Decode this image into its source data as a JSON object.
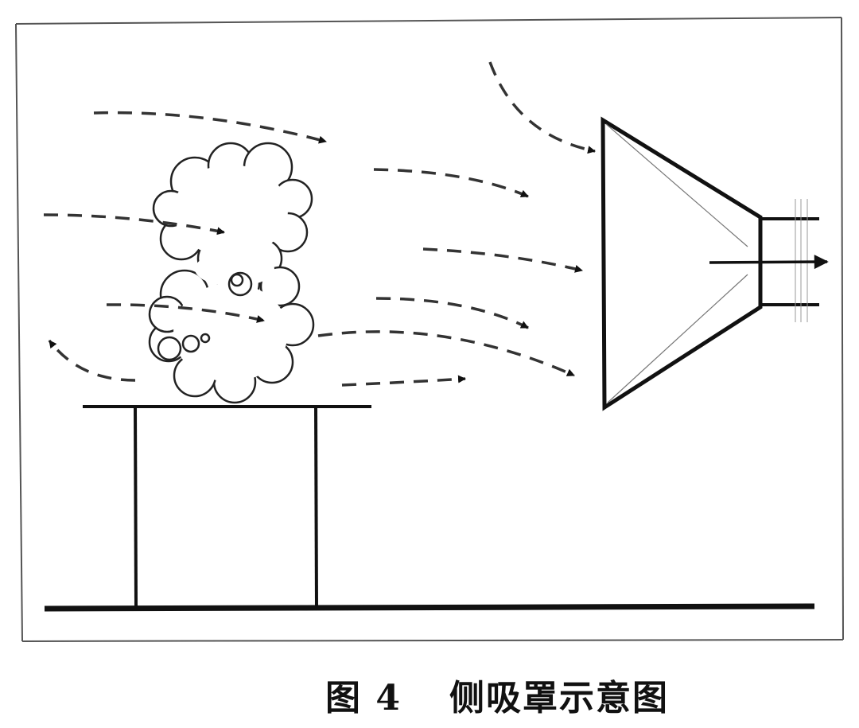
{
  "caption": {
    "figure_label": "图 4",
    "title": "侧吸罩示意图"
  },
  "diagram": {
    "line_color": "#111111",
    "arrow_style": "dashed",
    "elements": [
      "frame",
      "floor",
      "table",
      "smoke-cloud",
      "side-hood",
      "exhaust-duct",
      "airflow-arrows"
    ]
  }
}
